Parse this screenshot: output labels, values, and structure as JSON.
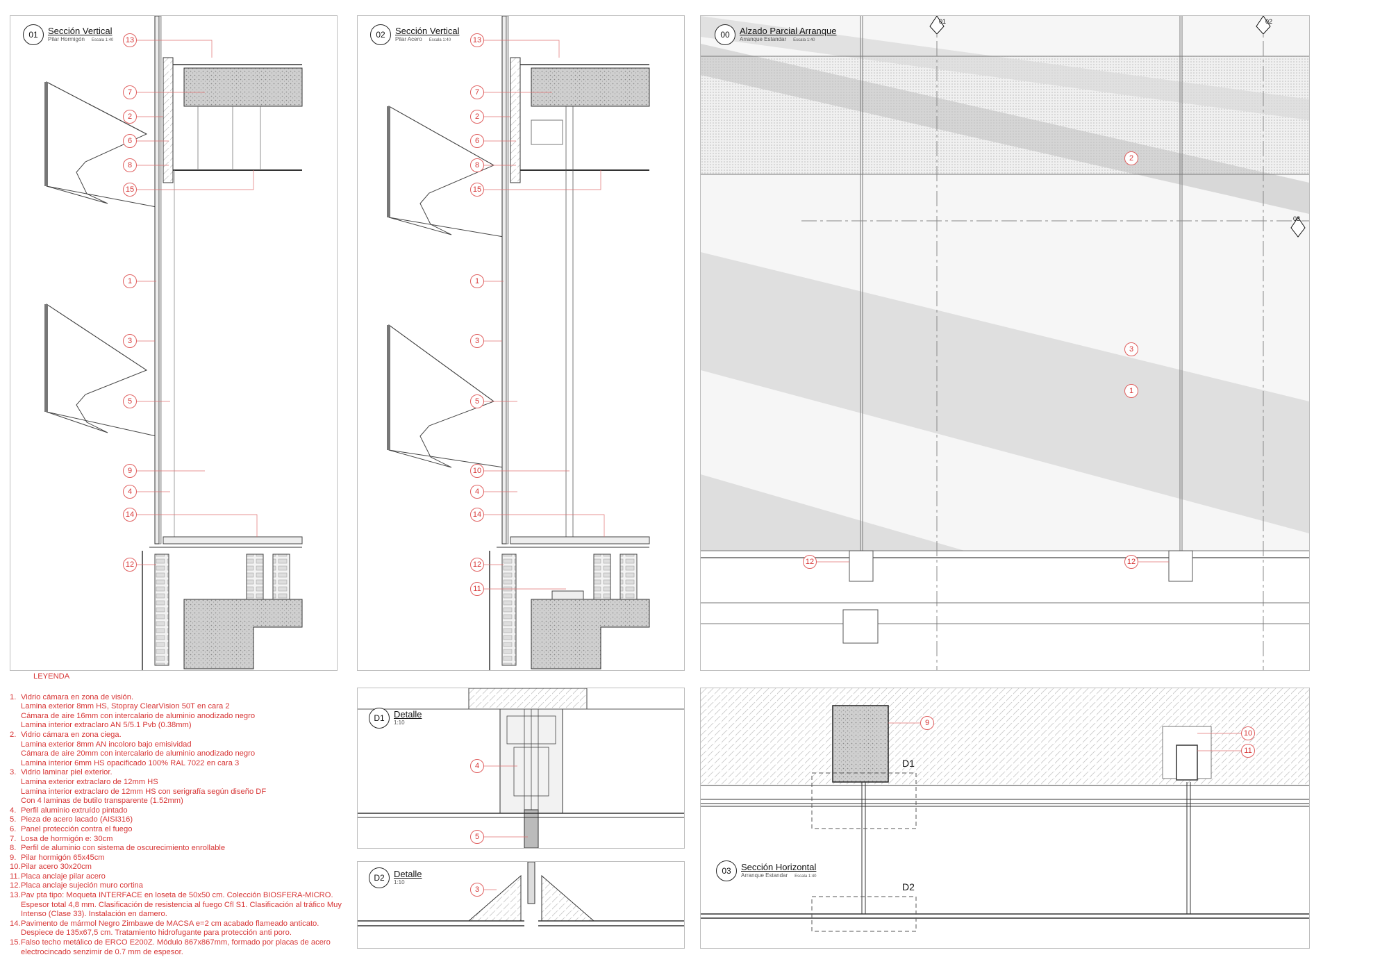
{
  "panels": {
    "p01": {
      "num": "01",
      "title": "Sección Vertical",
      "sub": "Pilar Hormigón",
      "scale": "Escala 1:40"
    },
    "p02": {
      "num": "02",
      "title": "Sección Vertical",
      "sub": "Pilar Acero",
      "scale": "Escala 1:40"
    },
    "p00": {
      "num": "00",
      "title": "Alzado Parcial Arranque",
      "sub": "Arranque Estandar",
      "scale": "Escala 1:40"
    },
    "pD1": {
      "num": "D1",
      "title": "Detalle",
      "scale": "1:10"
    },
    "pD2": {
      "num": "D2",
      "title": "Detalle",
      "scale": "1:10"
    },
    "p03": {
      "num": "03",
      "title": "Sección Horizontal",
      "sub": "Arranque Estandar",
      "scale": "Escala 1:40"
    }
  },
  "markers": {
    "m01": "01",
    "m02": "02",
    "m03": "03",
    "d1": "D1",
    "d2": "D2"
  },
  "tags": {
    "p01": [
      "13",
      "7",
      "2",
      "6",
      "8",
      "15",
      "1",
      "3",
      "5",
      "9",
      "4",
      "14",
      "12"
    ],
    "p02": [
      "13",
      "7",
      "2",
      "6",
      "8",
      "15",
      "1",
      "3",
      "5",
      "10",
      "4",
      "14",
      "12",
      "11"
    ],
    "p00": [
      "2",
      "3",
      "1",
      "12",
      "12"
    ],
    "pD1": [
      "4",
      "5"
    ],
    "pD2": [
      "3"
    ],
    "p03": [
      "9",
      "10",
      "11"
    ]
  },
  "legend": {
    "heading": "LEYENDA",
    "items": [
      {
        "n": "1.",
        "t": "Vidrio cámara en zona de visión.\nLamina exterior 8mm HS, Stopray ClearVision 50T en cara 2\nCámara de aire 16mm con intercalario de aluminio anodizado negro\nLamina interior extraclaro AN 5/5.1 Pvb (0.38mm)"
      },
      {
        "n": "2.",
        "t": "Vidrio cámara en zona ciega.\nLamina exterior 8mm AN incoloro bajo emisividad\nCámara de aire 20mm con intercalario de aluminio anodizado negro\nLamina interior 6mm HS opacificado 100% RAL 7022 en cara 3"
      },
      {
        "n": "3.",
        "t": "Vidrio laminar piel exterior.\nLamina exterior extraclaro de 12mm HS\nLamina interior extraclaro de 12mm HS con serigrafía según diseño DF\nCon 4 laminas de butilo transparente (1.52mm)"
      },
      {
        "n": "4.",
        "t": "Perfil aluminio extruído pintado"
      },
      {
        "n": "5.",
        "t": "Pieza de acero lacado (AISI316)"
      },
      {
        "n": "6.",
        "t": "Panel protección contra el fuego"
      },
      {
        "n": "7.",
        "t": "Losa de hormigón e: 30cm"
      },
      {
        "n": "8.",
        "t": "Perfil de aluminio con sistema de oscurecimiento enrollable"
      },
      {
        "n": "9.",
        "t": "Pilar hormigón 65x45cm"
      },
      {
        "n": "10.",
        "t": "Pilar acero 30x20cm"
      },
      {
        "n": "11.",
        "t": "Placa anclaje pilar acero"
      },
      {
        "n": "12.",
        "t": "Placa anclaje sujeción muro cortina"
      },
      {
        "n": "13.",
        "t": "Pav pta tipo: Moqueta INTERFACE en loseta de 50x50 cm. Colección BIOSFERA-MICRO.\nEspesor total 4,8 mm. Clasificación de resistencia al fuego Cfl S1. Clasificación al tráfico Muy\nIntenso (Clase 33). Instalación en damero."
      },
      {
        "n": "14.",
        "t": "Pavimento de mármol Negro Zimbawe de MACSA e=2 cm acabado flameado anticato.\nDespiece de 135x67,5 cm. Tratamiento hidrofugante para protección anti poro."
      },
      {
        "n": "15.",
        "t": "Falso techo metálico de ERCO E200Z. Módulo 867x867mm, formado por placas de acero\nelectrocincado senzimir de 0.7 mm de espesor."
      }
    ]
  },
  "colors": {
    "tag": "#d73535",
    "line": "#222222",
    "concrete": "#c8c8c8",
    "glass": "#ececec"
  }
}
